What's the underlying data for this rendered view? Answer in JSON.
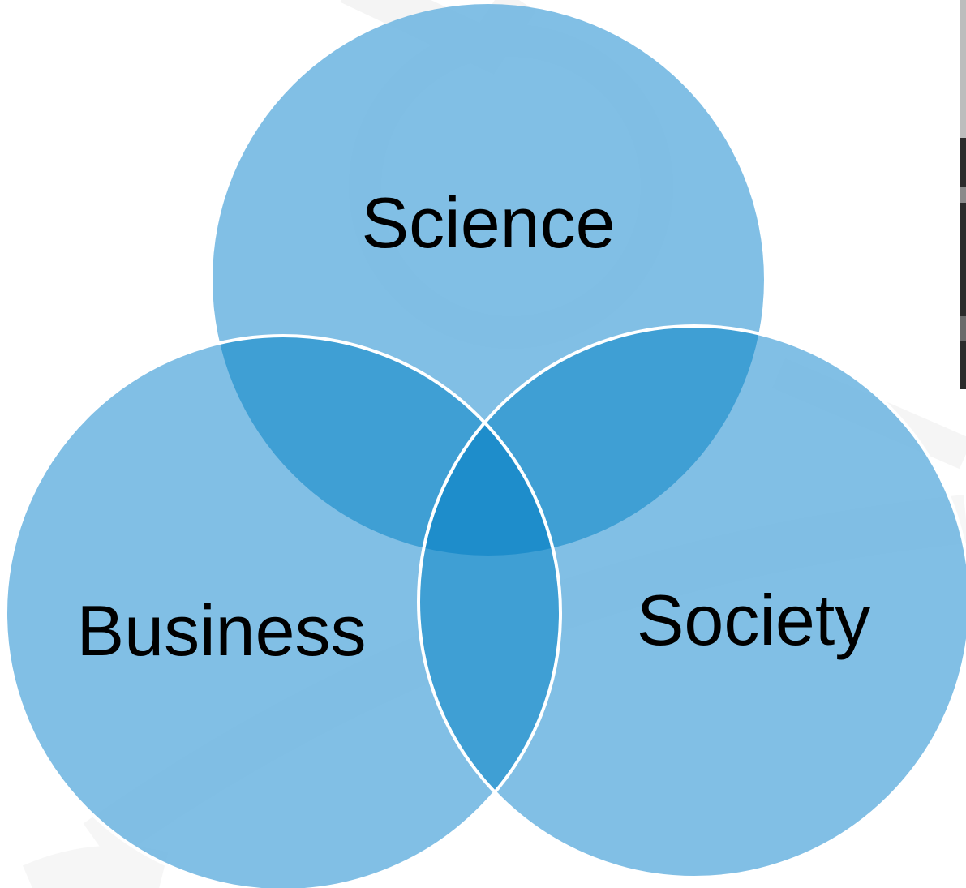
{
  "diagram": {
    "type": "venn",
    "sets": [
      {
        "id": "science",
        "label": "Science"
      },
      {
        "id": "business",
        "label": "Business"
      },
      {
        "id": "society",
        "label": "Society"
      }
    ],
    "colors": {
      "circle_fill": "#6fb6e1",
      "pair_overlap": "#3f9fd4",
      "triple_overlap": "#1e8dcb",
      "outline": "#ffffff",
      "background_watermark": "#efefef",
      "photo_edge": "#2b2b2b"
    }
  }
}
